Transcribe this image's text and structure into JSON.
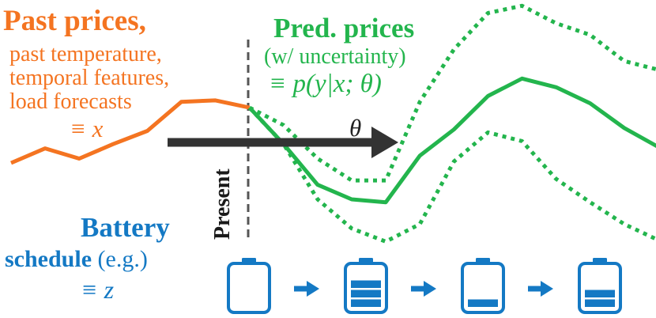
{
  "colors": {
    "past": "#f47421",
    "pred": "#23b54d",
    "battery": "#1479c4",
    "arrow": "#333333",
    "present_line": "#555555"
  },
  "past": {
    "title": "Past prices,",
    "line1": "past temperature,",
    "line2": "temporal features,",
    "line3": "load forecasts",
    "equiv": "≡ x"
  },
  "pred": {
    "title": "Pred. prices",
    "subtitle": "(w/ uncertainty)",
    "equiv": "≡ p(y|x; θ)"
  },
  "arrow_label": "θ",
  "present_label": "Present",
  "battery": {
    "title": "Battery",
    "schedule_word": "schedule",
    "schedule_note": " (e.g.)",
    "equiv": "≡ z",
    "levels": [
      0,
      0.75,
      0.25,
      0.5
    ]
  },
  "chart_data": {
    "type": "line",
    "series": [
      {
        "values": [
          [
            0,
            0
          ],
          [
            1,
            1
          ],
          [
            2,
            0.3
          ],
          [
            3,
            1.3
          ],
          [
            4,
            2.2
          ],
          [
            5,
            4.2
          ],
          [
            6,
            4.3
          ],
          [
            7,
            3.8
          ]
        ]
      },
      {
        "values": [
          [
            7,
            3.8
          ],
          [
            8,
            1.3
          ],
          [
            9,
            -1.5
          ],
          [
            10,
            -2.5
          ],
          [
            11,
            -2.7
          ],
          [
            12,
            0.5
          ],
          [
            13,
            2.3
          ],
          [
            14,
            4.6
          ],
          [
            15,
            5.8
          ],
          [
            16,
            5.2
          ],
          [
            17,
            4.1
          ],
          [
            18,
            2.4
          ],
          [
            19,
            1.1
          ]
        ]
      },
      {
        "values": [
          [
            7,
            3.8
          ],
          [
            8,
            2.6
          ],
          [
            9,
            0.3
          ],
          [
            10,
            -1.2
          ],
          [
            11,
            -1.2
          ],
          [
            12,
            4.2
          ],
          [
            13,
            7.8
          ],
          [
            14,
            10.3
          ],
          [
            15,
            10.8
          ],
          [
            16,
            9.6
          ],
          [
            17,
            8.8
          ],
          [
            18,
            7.0
          ],
          [
            19,
            6.4
          ]
        ]
      },
      {
        "values": [
          [
            7,
            3.8
          ],
          [
            8,
            1.3
          ],
          [
            9,
            -2.5
          ],
          [
            10,
            -4.5
          ],
          [
            11,
            -5.4
          ],
          [
            12,
            -4.2
          ],
          [
            13,
            0.1
          ],
          [
            14,
            2.1
          ],
          [
            15,
            1.5
          ],
          [
            16,
            -1.1
          ],
          [
            17,
            -2.7
          ],
          [
            18,
            -4.2
          ],
          [
            19,
            -5.3
          ]
        ]
      }
    ]
  }
}
